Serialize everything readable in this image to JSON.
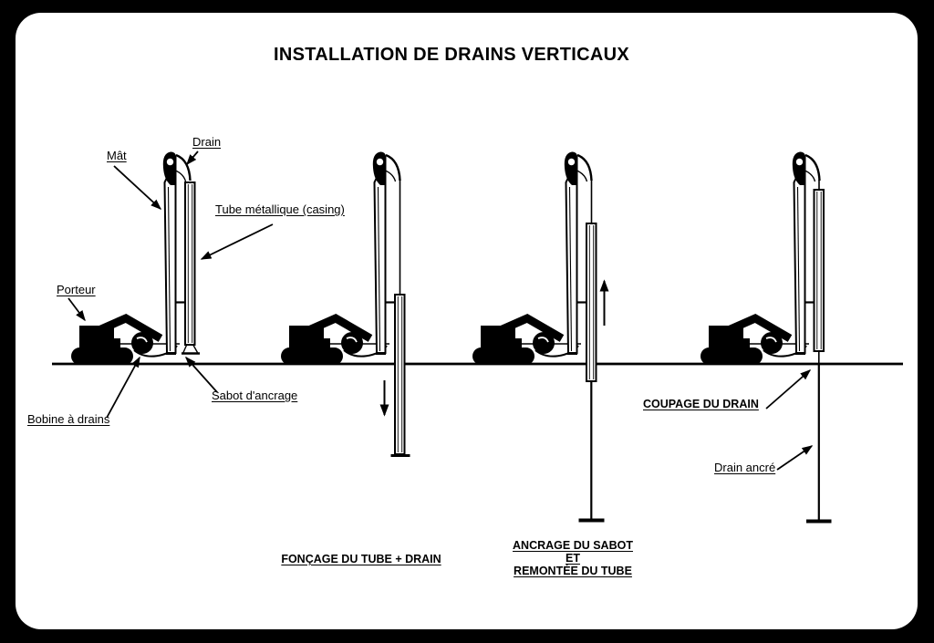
{
  "title": "INSTALLATION DE DRAINS VERTICAUX",
  "labels": {
    "mat": "Mât",
    "drain": "Drain",
    "tube_metallique": "Tube métallique (casing)",
    "porteur": "Porteur",
    "sabot_ancrage": "Sabot d'ancrage",
    "bobine_a_drains": "Bobine à drains",
    "coupage_du_drain": "COUPAGE DU DRAIN",
    "drain_ancre": "Drain ancré"
  },
  "captions": {
    "foncage": "FONÇAGE DU TUBE + DRAIN",
    "ancrage_line1": "ANCRAGE DU SABOT",
    "ancrage_line2": "ET",
    "ancrage_line3": "REMONTÉE DU TUBE"
  },
  "colors": {
    "ink": "#000000",
    "paper": "#ffffff",
    "frame": "#000000"
  }
}
